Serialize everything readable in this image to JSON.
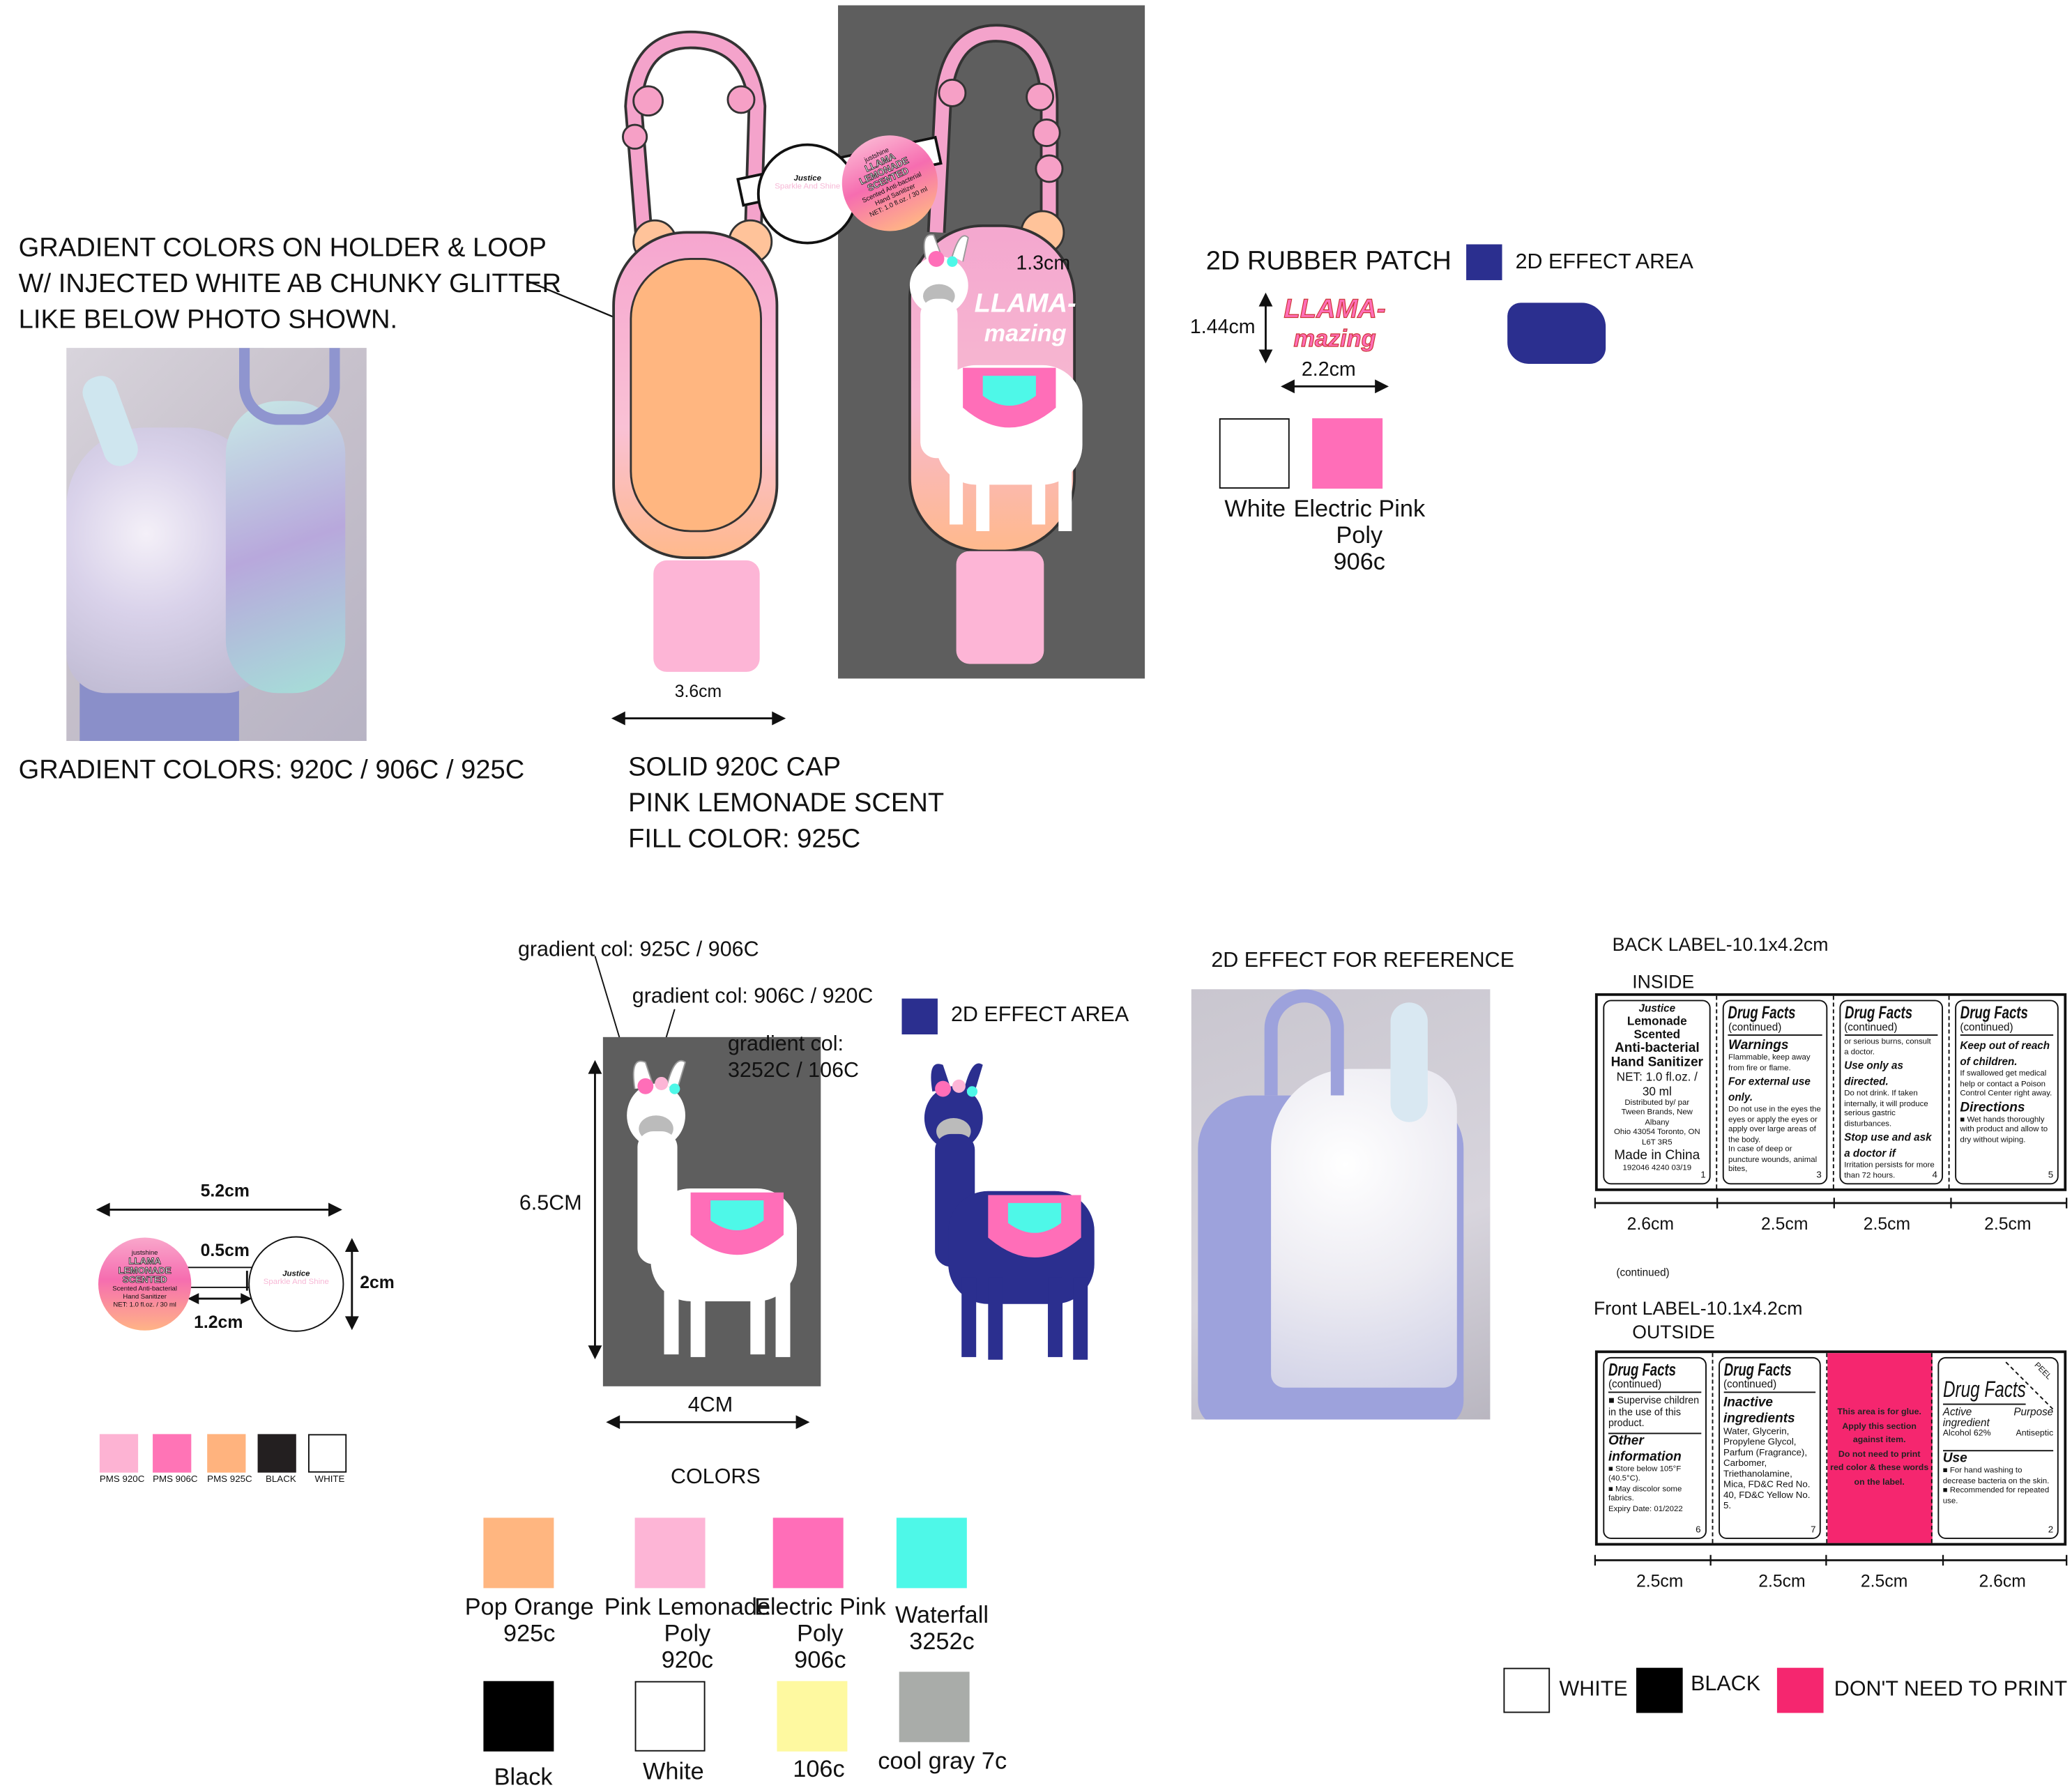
{
  "top_left": {
    "note_lines": [
      "GRADIENT COLORS ON HOLDER & LOOP",
      "W/ INJECTED WHITE AB CHUNKY GLITTER",
      "LIKE BELOW PHOTO SHOWN."
    ],
    "gradient_colors": "GRADIENT COLORS: 920C / 906C / 925C"
  },
  "holder": {
    "width_dim": "3.6cm",
    "label_height_dim": "1.3cm",
    "label_text_1": "LLAMA-",
    "label_text_2": "mazing",
    "spec_lines": [
      "SOLID 920C CAP",
      "PINK LEMONADE SCENT",
      "FILL COLOR: 925C"
    ]
  },
  "hang_tag": {
    "brand": "justshine",
    "title_lines": [
      "LLAMA",
      "LEMONADE",
      "SCENTED"
    ],
    "sub_lines": [
      "Scented Anti-bacterial",
      "Hand Sanitizer"
    ],
    "net": "NET: 1.0 fl.oz. / 30 ml",
    "back_brand": "Justice",
    "back_tagline": "Sparkle And Shine",
    "dim_width": "5.2cm",
    "dim_strap": "0.5cm",
    "dim_strap_length": "1.2cm",
    "dim_diameter": "2cm"
  },
  "rubber_patch": {
    "title": "2D RUBBER PATCH",
    "effect_legend": "2D EFFECT AREA",
    "height_dim": "1.44cm",
    "width_dim": "2.2cm",
    "swatches": [
      {
        "label": "White",
        "color": "#ffffff"
      },
      {
        "label_lines": [
          "Electric Pink",
          "Poly",
          "906c"
        ],
        "color": "#ff6eb8"
      }
    ]
  },
  "llama_patch": {
    "callouts": [
      "gradient col: 925C / 906C",
      "gradient col: 906C / 920C",
      "gradient col:",
      "3252C / 106C"
    ],
    "effect_legend": "2D EFFECT AREA",
    "height_dim": "6.5CM",
    "width_dim": "4CM"
  },
  "reference": {
    "title": "2D EFFECT FOR REFERENCE"
  },
  "mini_swatches": [
    {
      "label": "PMS 920C",
      "color": "#fdb3d3"
    },
    {
      "label": "PMS 906C",
      "color": "#ff74b6"
    },
    {
      "label": "PMS 925C",
      "color": "#ffb37e"
    },
    {
      "label": "BLACK",
      "color": "#231f20"
    },
    {
      "label": "WHITE",
      "color": "#ffffff"
    }
  ],
  "colors": {
    "title": "COLORS",
    "items": [
      {
        "lines": [
          "Pop Orange",
          "925c"
        ],
        "color": "#ffb680"
      },
      {
        "lines": [
          "Pink Lemonade",
          "Poly",
          "920c"
        ],
        "color": "#fdb5d6"
      },
      {
        "lines": [
          "Electric Pink",
          "Poly",
          "906c"
        ],
        "color": "#ff6eb8"
      },
      {
        "lines": [
          "Waterfall",
          "3252c"
        ],
        "color": "#4ef8e8"
      },
      {
        "lines": [
          "Black"
        ],
        "color": "#000000"
      },
      {
        "lines": [
          "White"
        ],
        "color": "#ffffff"
      },
      {
        "lines": [
          "106c"
        ],
        "color": "#fef9a0"
      },
      {
        "lines": [
          "cool gray 7c"
        ],
        "color": "#a9aca9"
      }
    ]
  },
  "back_label": {
    "title": "BACK LABEL-10.1x4.2cm",
    "side": "INSIDE",
    "p1": {
      "brand": "Justice",
      "l1": "Lemonade Scented",
      "l2": "Anti-bacterial",
      "l3": "Hand Sanitizer",
      "net": "NET: 1.0 fl.oz. / 30 ml",
      "dist1": "Distributed by/ par",
      "dist2": "Tween Brands, New Albany",
      "dist3": "Ohio 43054 Toronto, ON L6T 3R5",
      "made": "Made in China",
      "code": "192046 4240  03/19",
      "num": "1"
    },
    "p2": {
      "df": "Drug Facts",
      "cont": "(continued)",
      "h1": "Warnings",
      "t1": "Flammable, keep away from fire or flame.",
      "h2": "For external use only.",
      "t2": "Do not use in the eyes the eyes or apply the eyes or apply over large areas of the body.",
      "t3": "In case of deep or puncture wounds, animal bites,",
      "num": "3"
    },
    "p3": {
      "df": "Drug Facts",
      "cont": "(continued)",
      "t0": "or serious burns, consult a doctor.",
      "h1": "Use only as directed.",
      "t1": "Do not drink. If taken internally, it will produce serious gastric disturbances.",
      "h2": "Stop use and ask a doctor if",
      "t2": "Irritation persists for more than 72 hours.",
      "num": "4"
    },
    "p4": {
      "df": "Drug Facts",
      "cont": "(continued)",
      "h1": "Keep out of reach of children.",
      "t1": "If swallowed get medical help or contact a Poison Control Center right away.",
      "h2": "Directions",
      "t2": "■ Wet hands thoroughly with product and allow to dry without wiping.",
      "num": "5"
    },
    "dims": [
      "2.6cm",
      "2.5cm",
      "2.5cm",
      "2.5cm"
    ],
    "note": "(continued)"
  },
  "front_label": {
    "title": "Front LABEL-10.1x4.2cm",
    "side": "OUTSIDE",
    "p1": {
      "df": "Drug Facts",
      "cont": "(continued)",
      "t1": "■ Supervise children in the use of this product.",
      "h1": "Other information",
      "t2": "■ Store below 105°F (40.5°C).",
      "t3": "■ May discolor some fabrics.",
      "t4": "Expiry Date: 01/2022",
      "num": "6"
    },
    "p2": {
      "df": "Drug Facts",
      "cont": "(continued)",
      "h1": "Inactive ingredients",
      "t1": "Water, Glycerin, Propylene Glycol, Parfum (Fragrance), Carbomer, Triethanolamine, Mica, FD&C Red No. 40, FD&C Yellow No. 5.",
      "num": "7"
    },
    "glue_lines": [
      "This area is for glue.",
      "Apply this section",
      "against item.",
      "Do not need to print",
      "red color & these words",
      "on the label."
    ],
    "p4": {
      "peel": "PEEL",
      "df": "Drug Facts",
      "active": "Active ingredient",
      "purpose": "Purpose",
      "alcohol": "Alcohol 62%",
      "antiseptic": "Antiseptic",
      "h1": "Use",
      "t1": "■ For hand washing to decrease bacteria on the skin.",
      "t2": "■ Recommended for repeated use.",
      "num": "2"
    },
    "dims": [
      "2.5cm",
      "2.5cm",
      "2.5cm",
      "2.6cm"
    ]
  },
  "legend": [
    {
      "label": "WHITE",
      "color": "#ffffff"
    },
    {
      "label": "BLACK",
      "color": "#000000"
    },
    {
      "label": "DON'T NEED TO PRINT",
      "color": "#f5266f"
    }
  ]
}
